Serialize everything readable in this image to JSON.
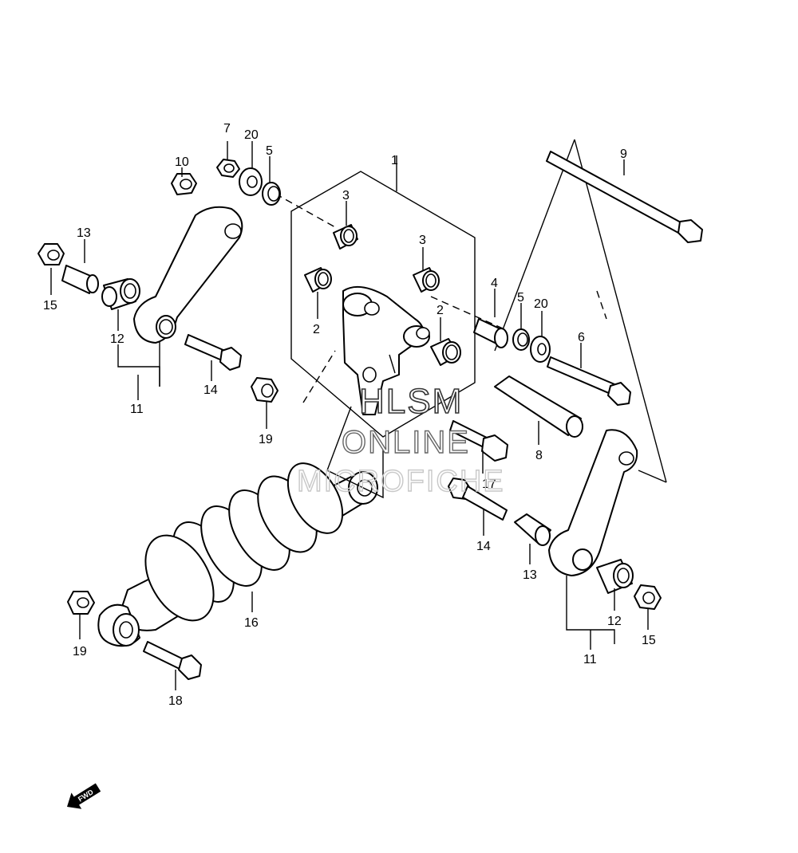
{
  "callouts": {
    "c1": "1",
    "c2a": "2",
    "c2b": "2",
    "c3a": "3",
    "c3b": "3",
    "c4": "4",
    "c5a": "5",
    "c5b": "5",
    "c6": "6",
    "c7": "7",
    "c8": "8",
    "c9": "9",
    "c10": "10",
    "c11a": "11",
    "c11b": "11",
    "c12a": "12",
    "c12b": "12",
    "c13a": "13",
    "c13b": "13",
    "c14a": "14",
    "c14b": "14",
    "c15a": "15",
    "c15b": "15",
    "c16": "16",
    "c17": "17",
    "c18": "18",
    "c19a": "19",
    "c19b": "19",
    "c20a": "20",
    "c20b": "20"
  },
  "watermark": {
    "line1": "HLSM",
    "line2": "ONLINE",
    "line3": "MICROFICHE"
  },
  "fwd_label": "FWD",
  "icons": {
    "forward_arrow": "fwd-arrow-icon"
  }
}
